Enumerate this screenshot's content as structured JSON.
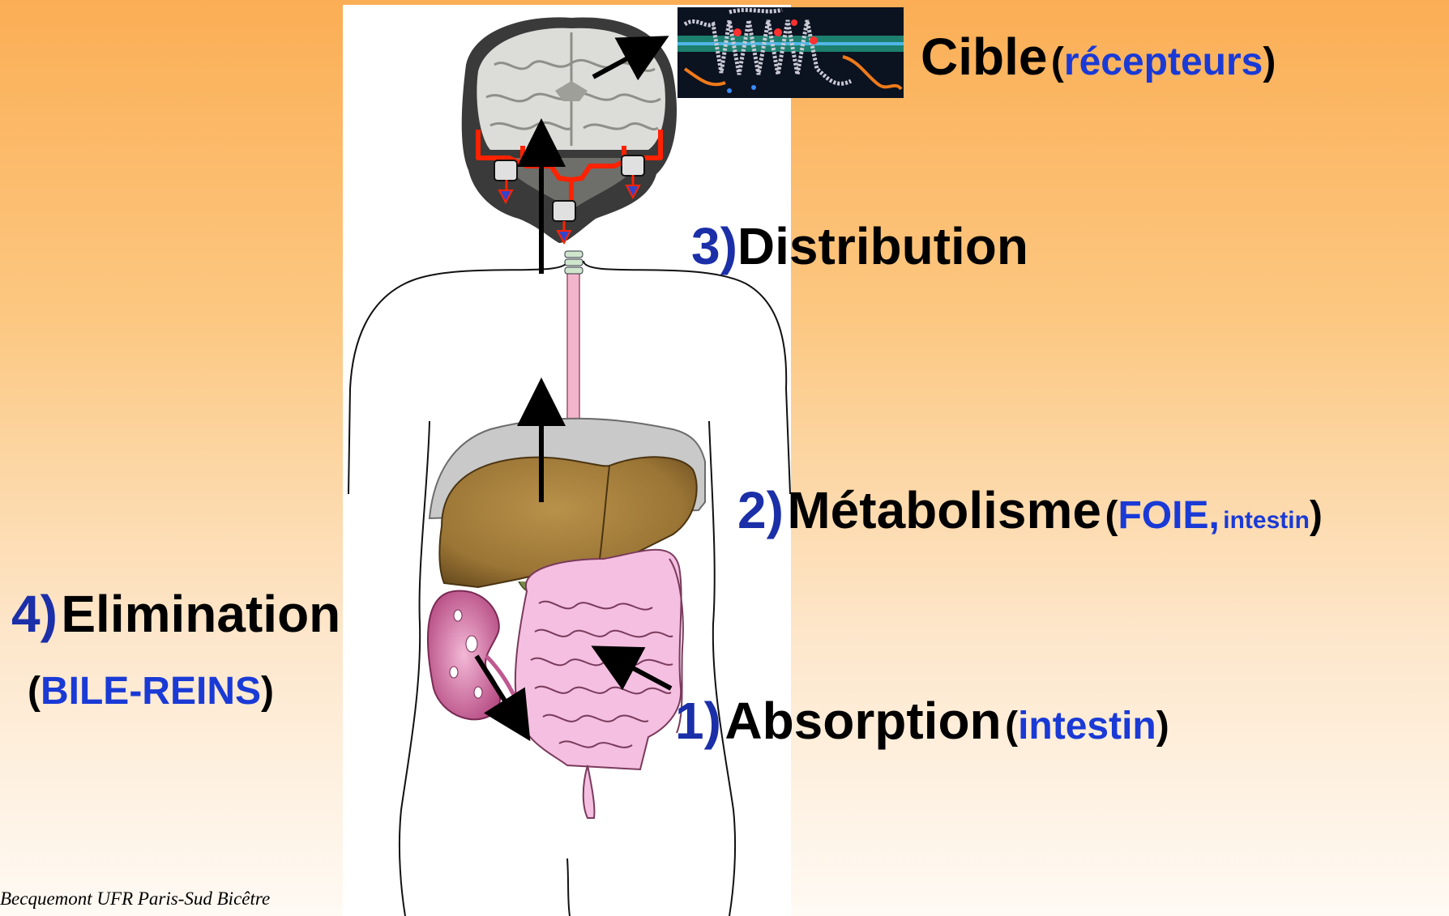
{
  "labels": {
    "target": {
      "title": "Cible",
      "paren_open": "(",
      "detail": "récepteurs",
      "paren_close": ")"
    },
    "distribution": {
      "number": "3)",
      "title": "Distribution"
    },
    "metabolism": {
      "number": "2)",
      "title": "Métabolisme",
      "paren_open": "(",
      "detail_main": "FOIE,",
      "detail_small": "intestin",
      "paren_close": ")"
    },
    "elimination": {
      "number": "4)",
      "title": "Elimination",
      "paren_open": "(",
      "detail": "BILE-REINS",
      "paren_close": ")"
    },
    "absorption": {
      "number": "1)",
      "title": "Absorption",
      "paren_open": "(",
      "detail": "intestin",
      "paren_close": ")"
    }
  },
  "credit": "Becquemont UFR Paris-Sud Bicêtre",
  "colors": {
    "background_top": "#fbae55",
    "background_bottom": "#fffaf4",
    "step_number": "#1b2fa8",
    "detail_text": "#1a3ad6",
    "liver": "#a07c3c",
    "intestine": "#f4bfe0",
    "kidney": "#c9548e",
    "brain_vessels": "#ff2200",
    "receptor_band": "#1d7f6e"
  }
}
